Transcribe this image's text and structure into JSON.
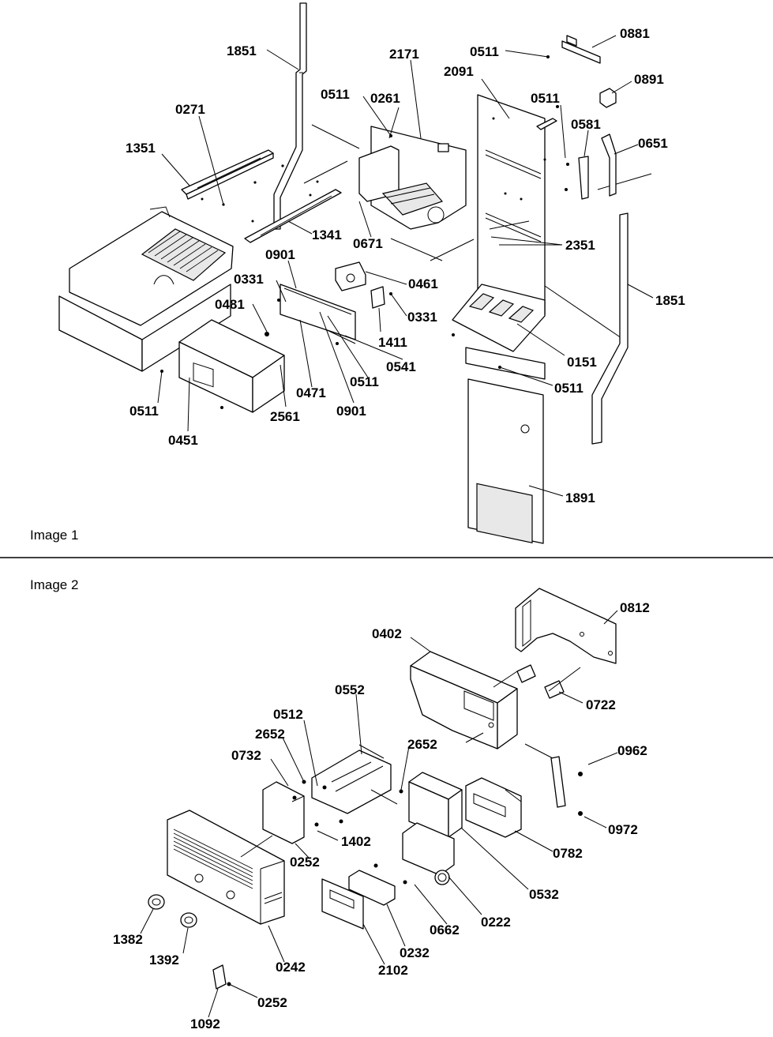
{
  "sections": [
    {
      "id": "image1",
      "title": "Image 1",
      "callouts": [
        "1851",
        "2171",
        "0511",
        "0881",
        "0271",
        "0511",
        "0261",
        "2091",
        "0891",
        "0511",
        "0581",
        "0651",
        "1351",
        "1341",
        "0671",
        "2351",
        "0901",
        "0331",
        "0461",
        "1851",
        "0481",
        "0331",
        "1411",
        "0541",
        "0151",
        "0471",
        "0511",
        "0901",
        "0511",
        "0511",
        "2561",
        "0451",
        "1891"
      ]
    },
    {
      "id": "image2",
      "title": "Image 2",
      "callouts": [
        "0812",
        "0402",
        "0722",
        "0552",
        "0512",
        "2652",
        "2652",
        "0732",
        "0962",
        "0972",
        "1402",
        "0252",
        "0782",
        "0532",
        "0222",
        "0662",
        "0232",
        "1382",
        "1392",
        "0242",
        "2102",
        "0252",
        "1092"
      ]
    }
  ],
  "colors": {
    "line": "#000000",
    "background": "#ffffff",
    "part_fill": "#ffffff"
  }
}
